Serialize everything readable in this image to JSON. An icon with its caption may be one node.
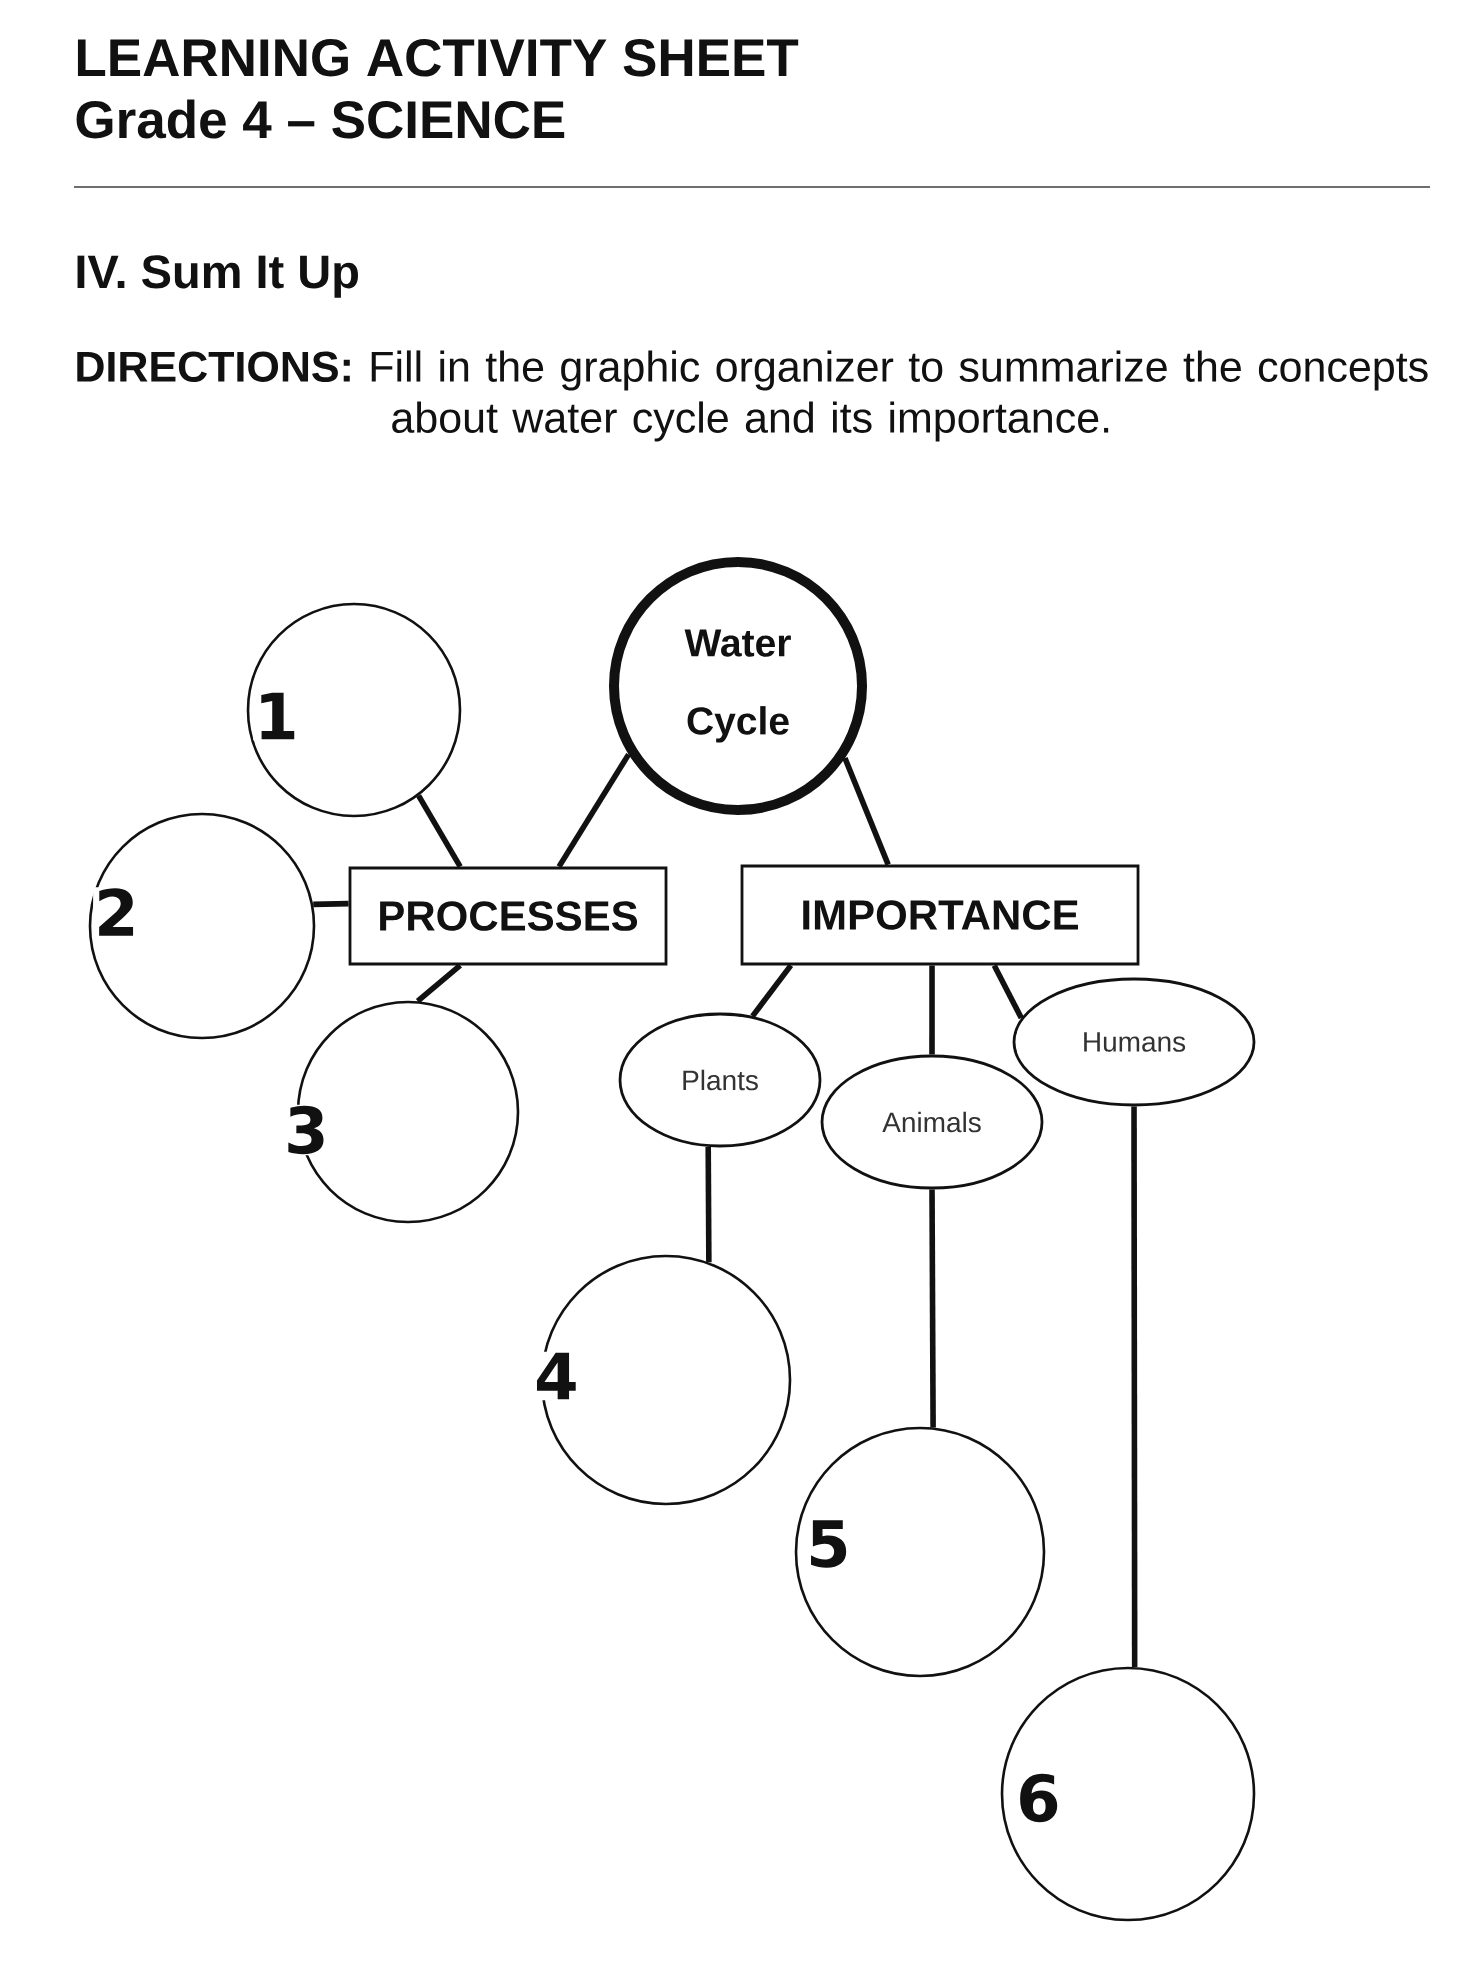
{
  "diagram": {
    "title": "LEARNING ACTIVITY SHEET",
    "nodes": [
      {
        "text": [
          "Water Cycle"
        ]
      },
      {
        "text": [
          "PROCESSES"
        ]
      },
      {
        "text": [
          "IMPORTANCE"
        ]
      },
      {
        "text": [
          "1"
        ]
      },
      {
        "text": [
          "2"
        ]
      },
      {
        "text": [
          "3"
        ]
      },
      {
        "text": [
          "Plants"
        ]
      },
      {
        "text": [
          "Animals"
        ]
      },
      {
        "text": [
          "Humans"
        ]
      },
      {
        "text": [
          "4"
        ]
      },
      {
        "text": [
          "5"
        ]
      },
      {
        "text": [
          "6"
        ]
      }
    ],
    "edges": [
      {
        "from": 0,
        "to": 1,
        "arrow": "none"
      },
      {
        "from": 0,
        "to": 2,
        "arrow": "none"
      },
      {
        "from": 1,
        "to": 3,
        "arrow": "none"
      },
      {
        "from": 1,
        "to": 4,
        "arrow": "none"
      },
      {
        "from": 1,
        "to": 5,
        "arrow": "none"
      },
      {
        "from": 2,
        "to": 6,
        "arrow": "none"
      },
      {
        "from": 2,
        "to": 7,
        "arrow": "none"
      },
      {
        "from": 2,
        "to": 8,
        "arrow": "none"
      },
      {
        "from": 6,
        "to": 9,
        "arrow": "none"
      },
      {
        "from": 7,
        "to": 10,
        "arrow": "none"
      },
      {
        "from": 8,
        "to": 11,
        "arrow": "none"
      }
    ],
    "labels": [
      "Grade 4 – SCIENCE",
      "IV. Sum It Up",
      "**DIRECTIONS:** Fill in the graphic organizer to summarize the concepts about water cycle and its importance."
    ]
  }
}
